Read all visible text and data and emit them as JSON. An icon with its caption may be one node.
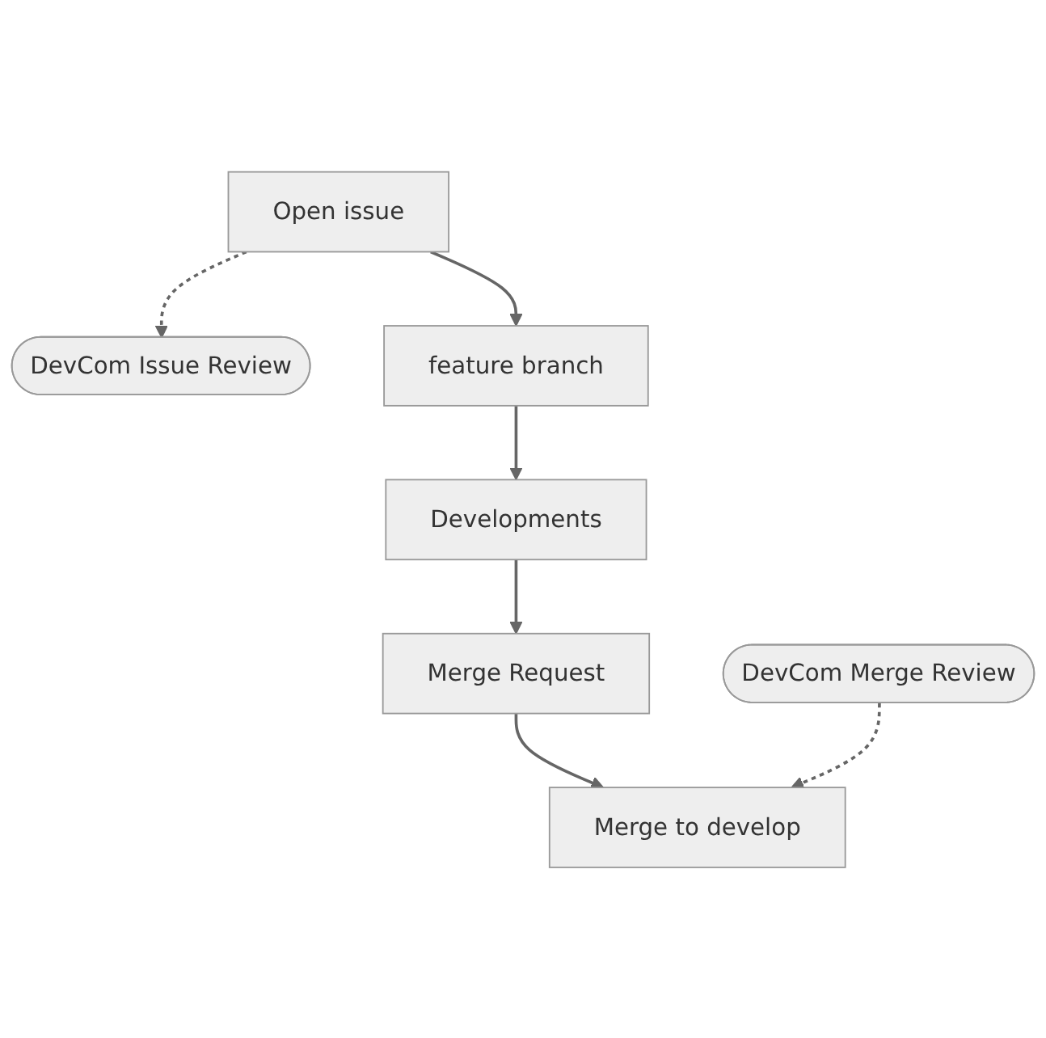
{
  "diagram": {
    "nodes": [
      {
        "text": [
          "Open issue"
        ]
      },
      {
        "text": [
          "DevCom Issue Review"
        ]
      },
      {
        "text": [
          "feature branch"
        ]
      },
      {
        "text": [
          "Developments"
        ]
      },
      {
        "text": [
          "DevCom Merge Review"
        ]
      },
      {
        "text": [
          "Merge Request"
        ]
      },
      {
        "text": [
          "Merge to develop"
        ]
      }
    ],
    "edges": [
      {
        "from": 0,
        "to": 1,
        "arrow": "to",
        "style": "dashed"
      },
      {
        "from": 0,
        "to": 2,
        "arrow": "to"
      },
      {
        "from": 2,
        "to": 3,
        "arrow": "to"
      },
      {
        "from": 3,
        "to": 5,
        "arrow": "to"
      },
      {
        "from": 5,
        "to": 6,
        "arrow": "to"
      },
      {
        "from": 4,
        "to": 6,
        "arrow": "to",
        "style": "dashed"
      }
    ]
  }
}
